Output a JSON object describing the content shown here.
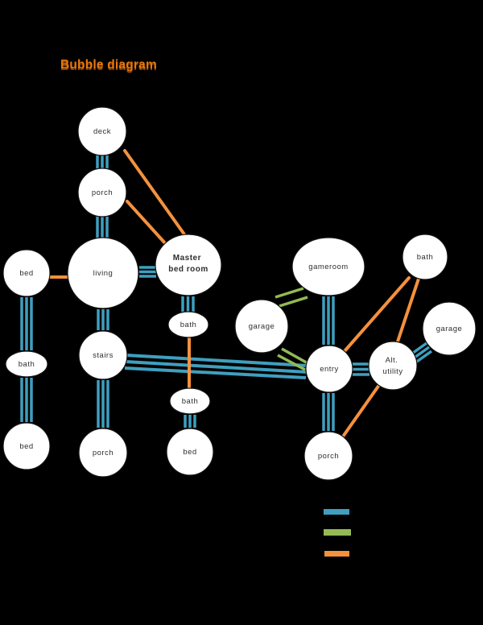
{
  "title": {
    "text": "Bubble diagram"
  },
  "colors": {
    "background": "#000000",
    "node-fill": "#ffffff",
    "node-stroke": "#141414",
    "node-text": "#2e2e2e",
    "title-orange": "#e8770e",
    "title-shadow": "#8a4502",
    "edge-blue": "#3f9fbf",
    "edge-green": "#92ba55",
    "edge-orange": "#f5913d"
  },
  "nodes": [
    {
      "id": "deck",
      "label": "deck"
    },
    {
      "id": "porch-upper",
      "label": "porch"
    },
    {
      "id": "living",
      "label": "living"
    },
    {
      "id": "bed-left",
      "label": "bed"
    },
    {
      "id": "master-bedroom",
      "label": "Master",
      "label2": "bed room"
    },
    {
      "id": "bath-left",
      "label": "bath"
    },
    {
      "id": "stairs",
      "label": "stairs"
    },
    {
      "id": "bed-lower-left",
      "label": "bed"
    },
    {
      "id": "porch-lower",
      "label": "porch"
    },
    {
      "id": "bath-mid-upper",
      "label": "bath"
    },
    {
      "id": "bath-mid-lower",
      "label": "bath"
    },
    {
      "id": "bed-mid",
      "label": "bed"
    },
    {
      "id": "gameroom",
      "label": "gameroom"
    },
    {
      "id": "bath-right",
      "label": "bath"
    },
    {
      "id": "garage-left",
      "label": "garage"
    },
    {
      "id": "garage-right",
      "label": "garage"
    },
    {
      "id": "entry",
      "label": "entry"
    },
    {
      "id": "alt-utility",
      "label": "Alt.",
      "label2": "utility"
    },
    {
      "id": "porch-right",
      "label": "porch"
    }
  ],
  "edges": [
    {
      "from": "deck",
      "to": "porch-upper",
      "type": "blue"
    },
    {
      "from": "porch-upper",
      "to": "living",
      "type": "blue"
    },
    {
      "from": "living",
      "to": "master-bedroom",
      "type": "blue"
    },
    {
      "from": "master-bedroom",
      "to": "bath-mid-upper",
      "type": "blue"
    },
    {
      "from": "bed-left",
      "to": "bath-left",
      "type": "blue"
    },
    {
      "from": "bath-left",
      "to": "bed-lower-left",
      "type": "blue"
    },
    {
      "from": "living",
      "to": "stairs",
      "type": "blue"
    },
    {
      "from": "stairs",
      "to": "porch-lower",
      "type": "blue"
    },
    {
      "from": "bath-mid-lower",
      "to": "bed-mid",
      "type": "blue"
    },
    {
      "from": "stairs",
      "to": "entry",
      "type": "blue"
    },
    {
      "from": "gameroom",
      "to": "entry",
      "type": "blue"
    },
    {
      "from": "entry",
      "to": "alt-utility",
      "type": "blue"
    },
    {
      "from": "alt-utility",
      "to": "garage-right",
      "type": "blue"
    },
    {
      "from": "entry",
      "to": "porch-right",
      "type": "blue"
    },
    {
      "from": "garage-left",
      "to": "gameroom",
      "type": "green"
    },
    {
      "from": "garage-left",
      "to": "entry",
      "type": "green"
    },
    {
      "from": "deck",
      "to": "master-bedroom",
      "type": "orange"
    },
    {
      "from": "porch-upper",
      "to": "master-bedroom",
      "type": "orange"
    },
    {
      "from": "bed-left",
      "to": "living",
      "type": "orange"
    },
    {
      "from": "bath-mid-upper",
      "to": "bath-mid-lower",
      "type": "orange"
    },
    {
      "from": "bath-right",
      "to": "entry",
      "type": "orange"
    },
    {
      "from": "bath-right",
      "to": "alt-utility",
      "type": "orange"
    },
    {
      "from": "alt-utility",
      "to": "porch-right",
      "type": "orange"
    }
  ],
  "legend": {
    "items": [
      {
        "type": "blue",
        "color": "#3f9fbf"
      },
      {
        "type": "green",
        "color": "#92ba55"
      },
      {
        "type": "orange",
        "color": "#f5913d"
      }
    ]
  }
}
